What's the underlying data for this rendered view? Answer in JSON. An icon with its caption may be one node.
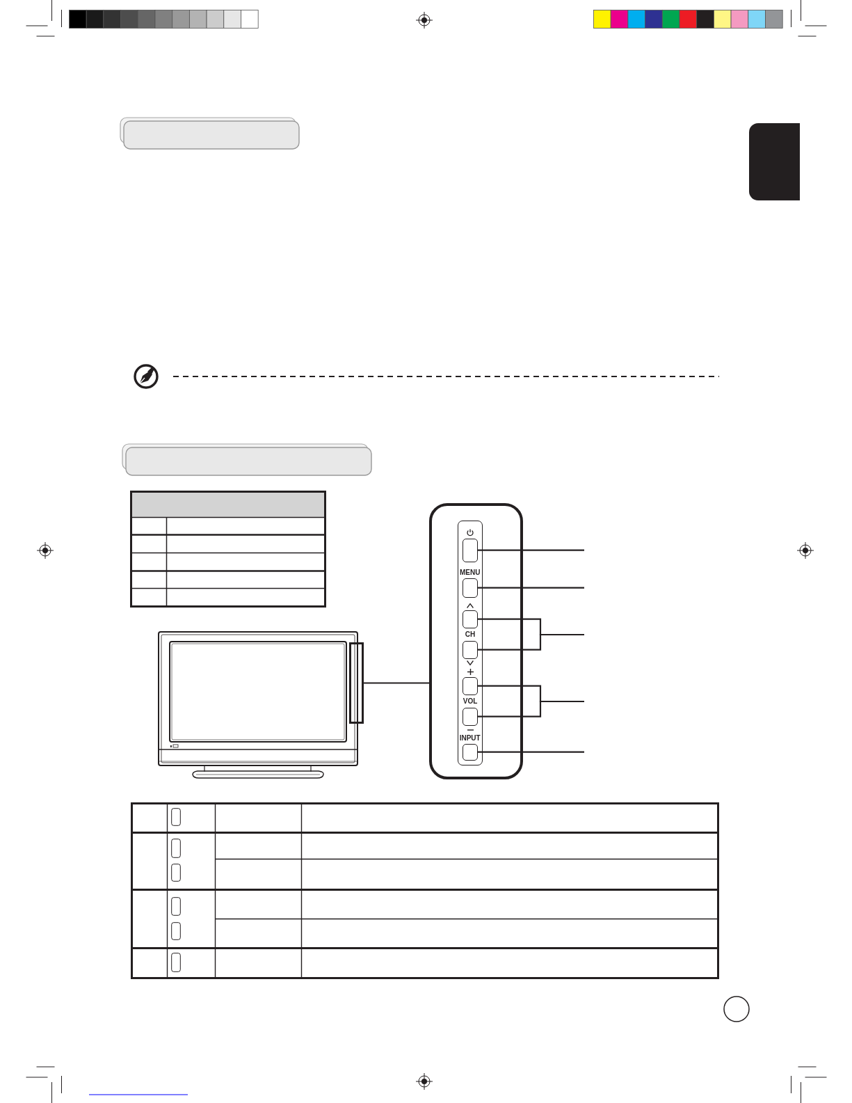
{
  "diagram": {
    "nodes": [
      {
        "text": [],
        "shape": "box"
      },
      {
        "text": [],
        "shape": "box"
      },
      {
        "text": [],
        "shape": "box",
        "in": 1
      },
      {
        "text": [],
        "shape": "box",
        "in": 2
      },
      {
        "text": [],
        "shape": "box",
        "in": 2,
        "beside": [
          "MENU"
        ]
      },
      {
        "text": [],
        "shape": "box",
        "in": 2
      },
      {
        "text": [],
        "shape": "box",
        "in": 2
      },
      {
        "text": [],
        "shape": "box",
        "in": 2
      },
      {
        "text": [],
        "shape": "box",
        "in": 2
      },
      {
        "text": [],
        "shape": "box",
        "in": 2,
        "beside": [
          "INPUT"
        ]
      },
      {
        "text": [],
        "shape": "box"
      }
    ],
    "edges": [
      {
        "from": 3,
        "to": null,
        "arrow": "none"
      },
      {
        "from": 4,
        "to": null,
        "arrow": "none"
      },
      {
        "from": 5,
        "to": null,
        "arrow": "none"
      },
      {
        "from": 6,
        "to": null,
        "arrow": "none"
      },
      {
        "from": 7,
        "to": null,
        "arrow": "none"
      },
      {
        "from": 8,
        "to": null,
        "arrow": "none"
      },
      {
        "from": 9,
        "to": null,
        "arrow": "none"
      },
      {
        "from": 10,
        "to": 1,
        "arrow": "none"
      }
    ],
    "labels": [
      "CH",
      "VOL"
    ]
  }
}
